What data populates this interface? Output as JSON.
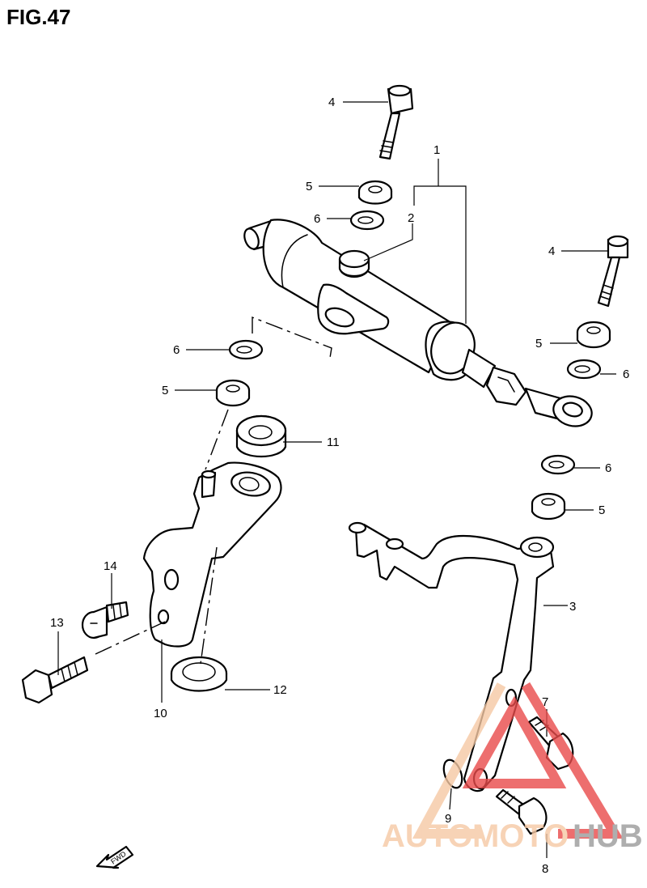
{
  "figure": {
    "title": "FIG.47"
  },
  "callouts": [
    {
      "id": "c1",
      "label": "1"
    },
    {
      "id": "c2",
      "label": "2"
    },
    {
      "id": "c3",
      "label": "3"
    },
    {
      "id": "c4a",
      "label": "4"
    },
    {
      "id": "c4b",
      "label": "4"
    },
    {
      "id": "c5a",
      "label": "5"
    },
    {
      "id": "c5b",
      "label": "5"
    },
    {
      "id": "c5c",
      "label": "5"
    },
    {
      "id": "c5d",
      "label": "5"
    },
    {
      "id": "c6a",
      "label": "6"
    },
    {
      "id": "c6b",
      "label": "6"
    },
    {
      "id": "c6c",
      "label": "6"
    },
    {
      "id": "c6d",
      "label": "6"
    },
    {
      "id": "c7",
      "label": "7"
    },
    {
      "id": "c8",
      "label": "8"
    },
    {
      "id": "c9",
      "label": "9"
    },
    {
      "id": "c10",
      "label": "10"
    },
    {
      "id": "c11",
      "label": "11"
    },
    {
      "id": "c12",
      "label": "12"
    },
    {
      "id": "c13",
      "label": "13"
    },
    {
      "id": "c14",
      "label": "14"
    }
  ],
  "direction_marker": {
    "label": "FWD"
  },
  "watermark": {
    "part1": "AUTO",
    "part2": "MOTO",
    "part3": "HUB",
    "color_light": "#f6c9a4",
    "color_red": "#e94b4b",
    "color_dark": "#9a9a9a"
  }
}
